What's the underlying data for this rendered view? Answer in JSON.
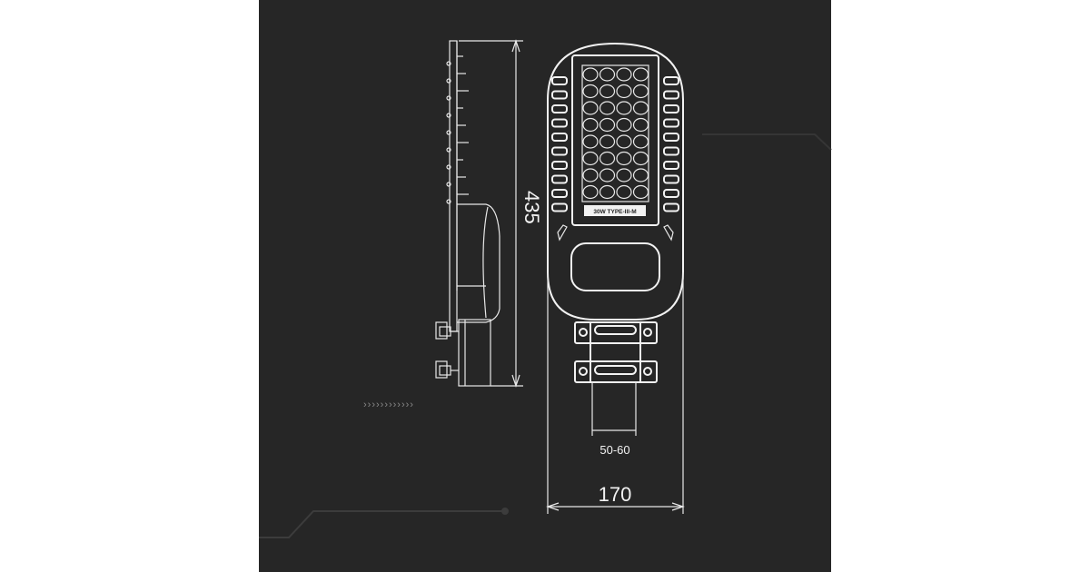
{
  "drawing": {
    "height_label": "435",
    "width_label": "170",
    "pole_label": "50-60",
    "led_label": "30W TYPE-III-M",
    "chevrons": "››››››››››››"
  },
  "colors": {
    "background": "#262626",
    "line": "#f2f2f2",
    "page": "#ffffff"
  }
}
